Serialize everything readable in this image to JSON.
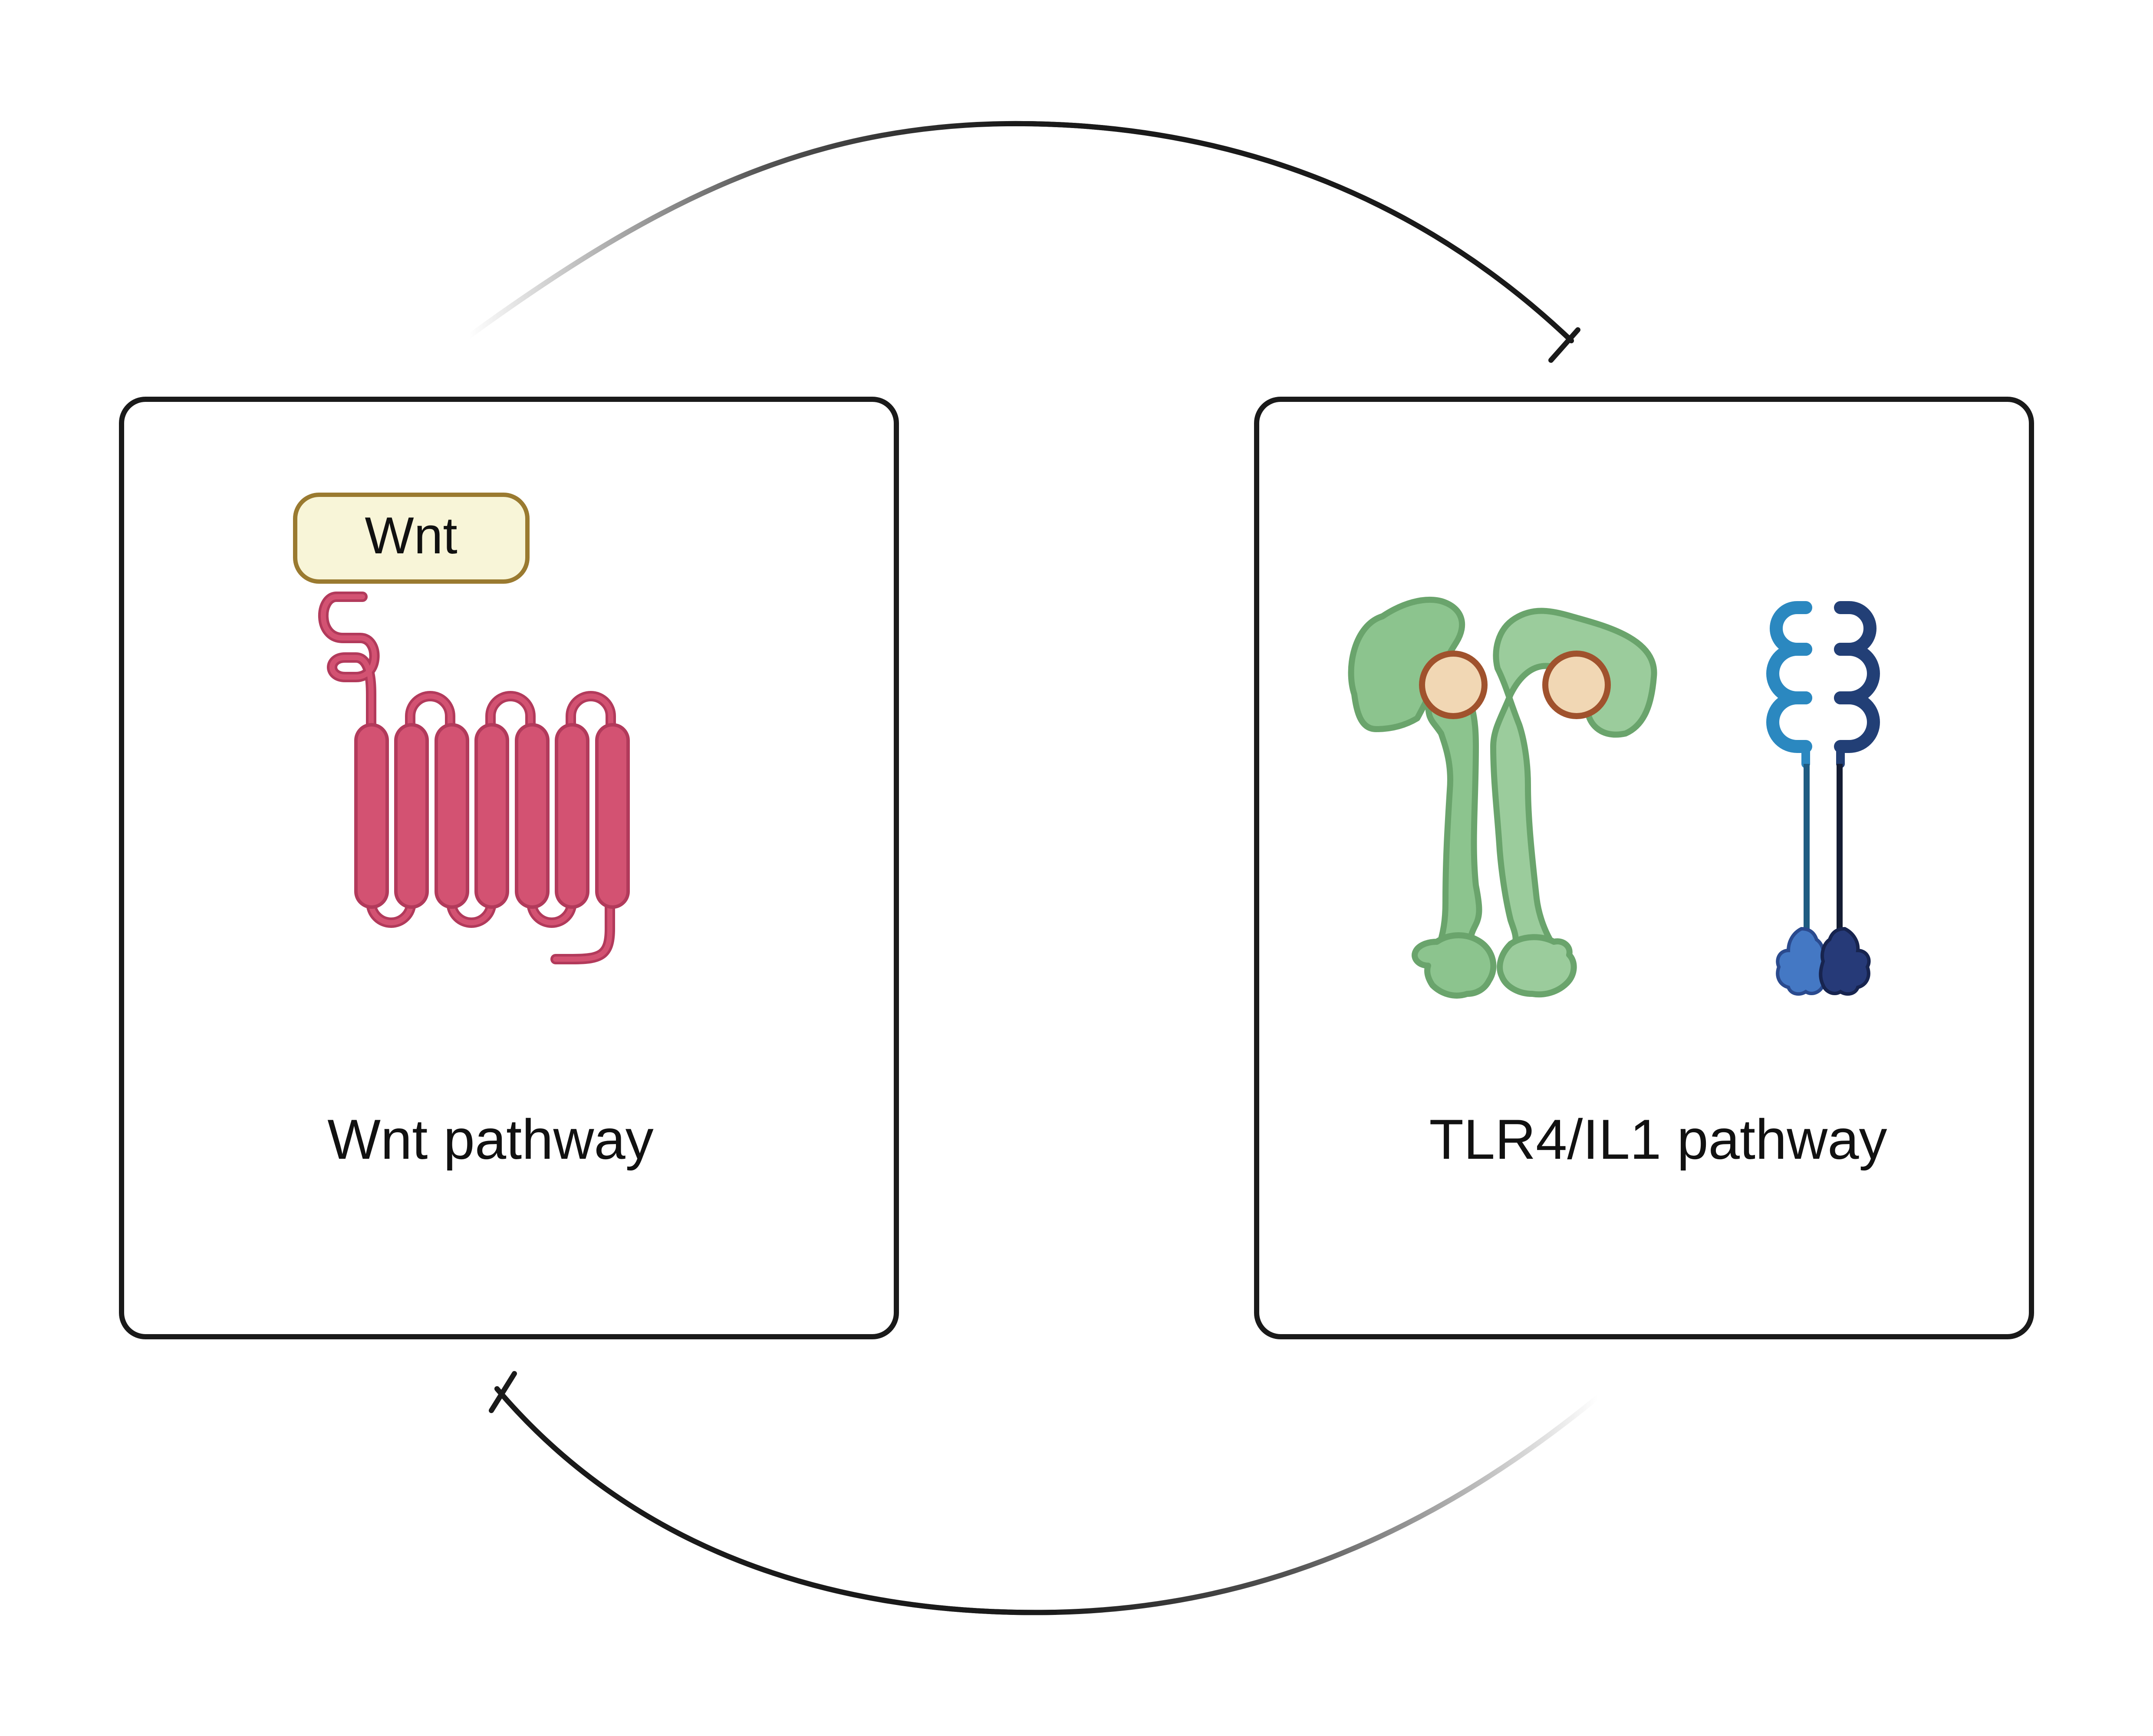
{
  "panels": {
    "left": {
      "label": "Wnt pathway",
      "ligand_label": "Wnt"
    },
    "right": {
      "label": "TLR4/IL1 pathway"
    }
  },
  "arrows": {
    "top": {
      "type": "inhibition",
      "from": "left",
      "to": "right"
    },
    "bottom": {
      "type": "inhibition",
      "from": "right",
      "to": "left"
    }
  },
  "colors": {
    "gpcr": "#d35272",
    "gpcr_stroke": "#b23a5b",
    "ligand_fill": "#f8f5d8",
    "ligand_stroke": "#9a7a30",
    "tlr4_fill": "#8cc48e",
    "tlr4_stroke": "#6aa46c",
    "md2_fill": "#f1d7b4",
    "md2_stroke": "#a0522d",
    "il1r_light": "#2b88c0",
    "il1r_dark": "#223f76",
    "tir_light": "#4478c4",
    "tir_dark": "#263a78",
    "panel_border": "#1a1a1a",
    "arrow": "#1a1a1a"
  },
  "icons": {
    "left": "seven-transmembrane-receptor-icon",
    "right_a": "tlr4-md2-dimer-icon",
    "right_b": "il1-receptor-icon"
  }
}
